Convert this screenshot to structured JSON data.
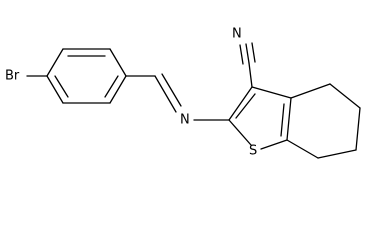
{
  "atoms": {
    "bromine": "Br",
    "imine_nitrogen": "N",
    "nitrile_nitrogen": "N",
    "sulfur": "S"
  },
  "colors": {
    "bond": "#000000",
    "background": "#ffffff"
  }
}
